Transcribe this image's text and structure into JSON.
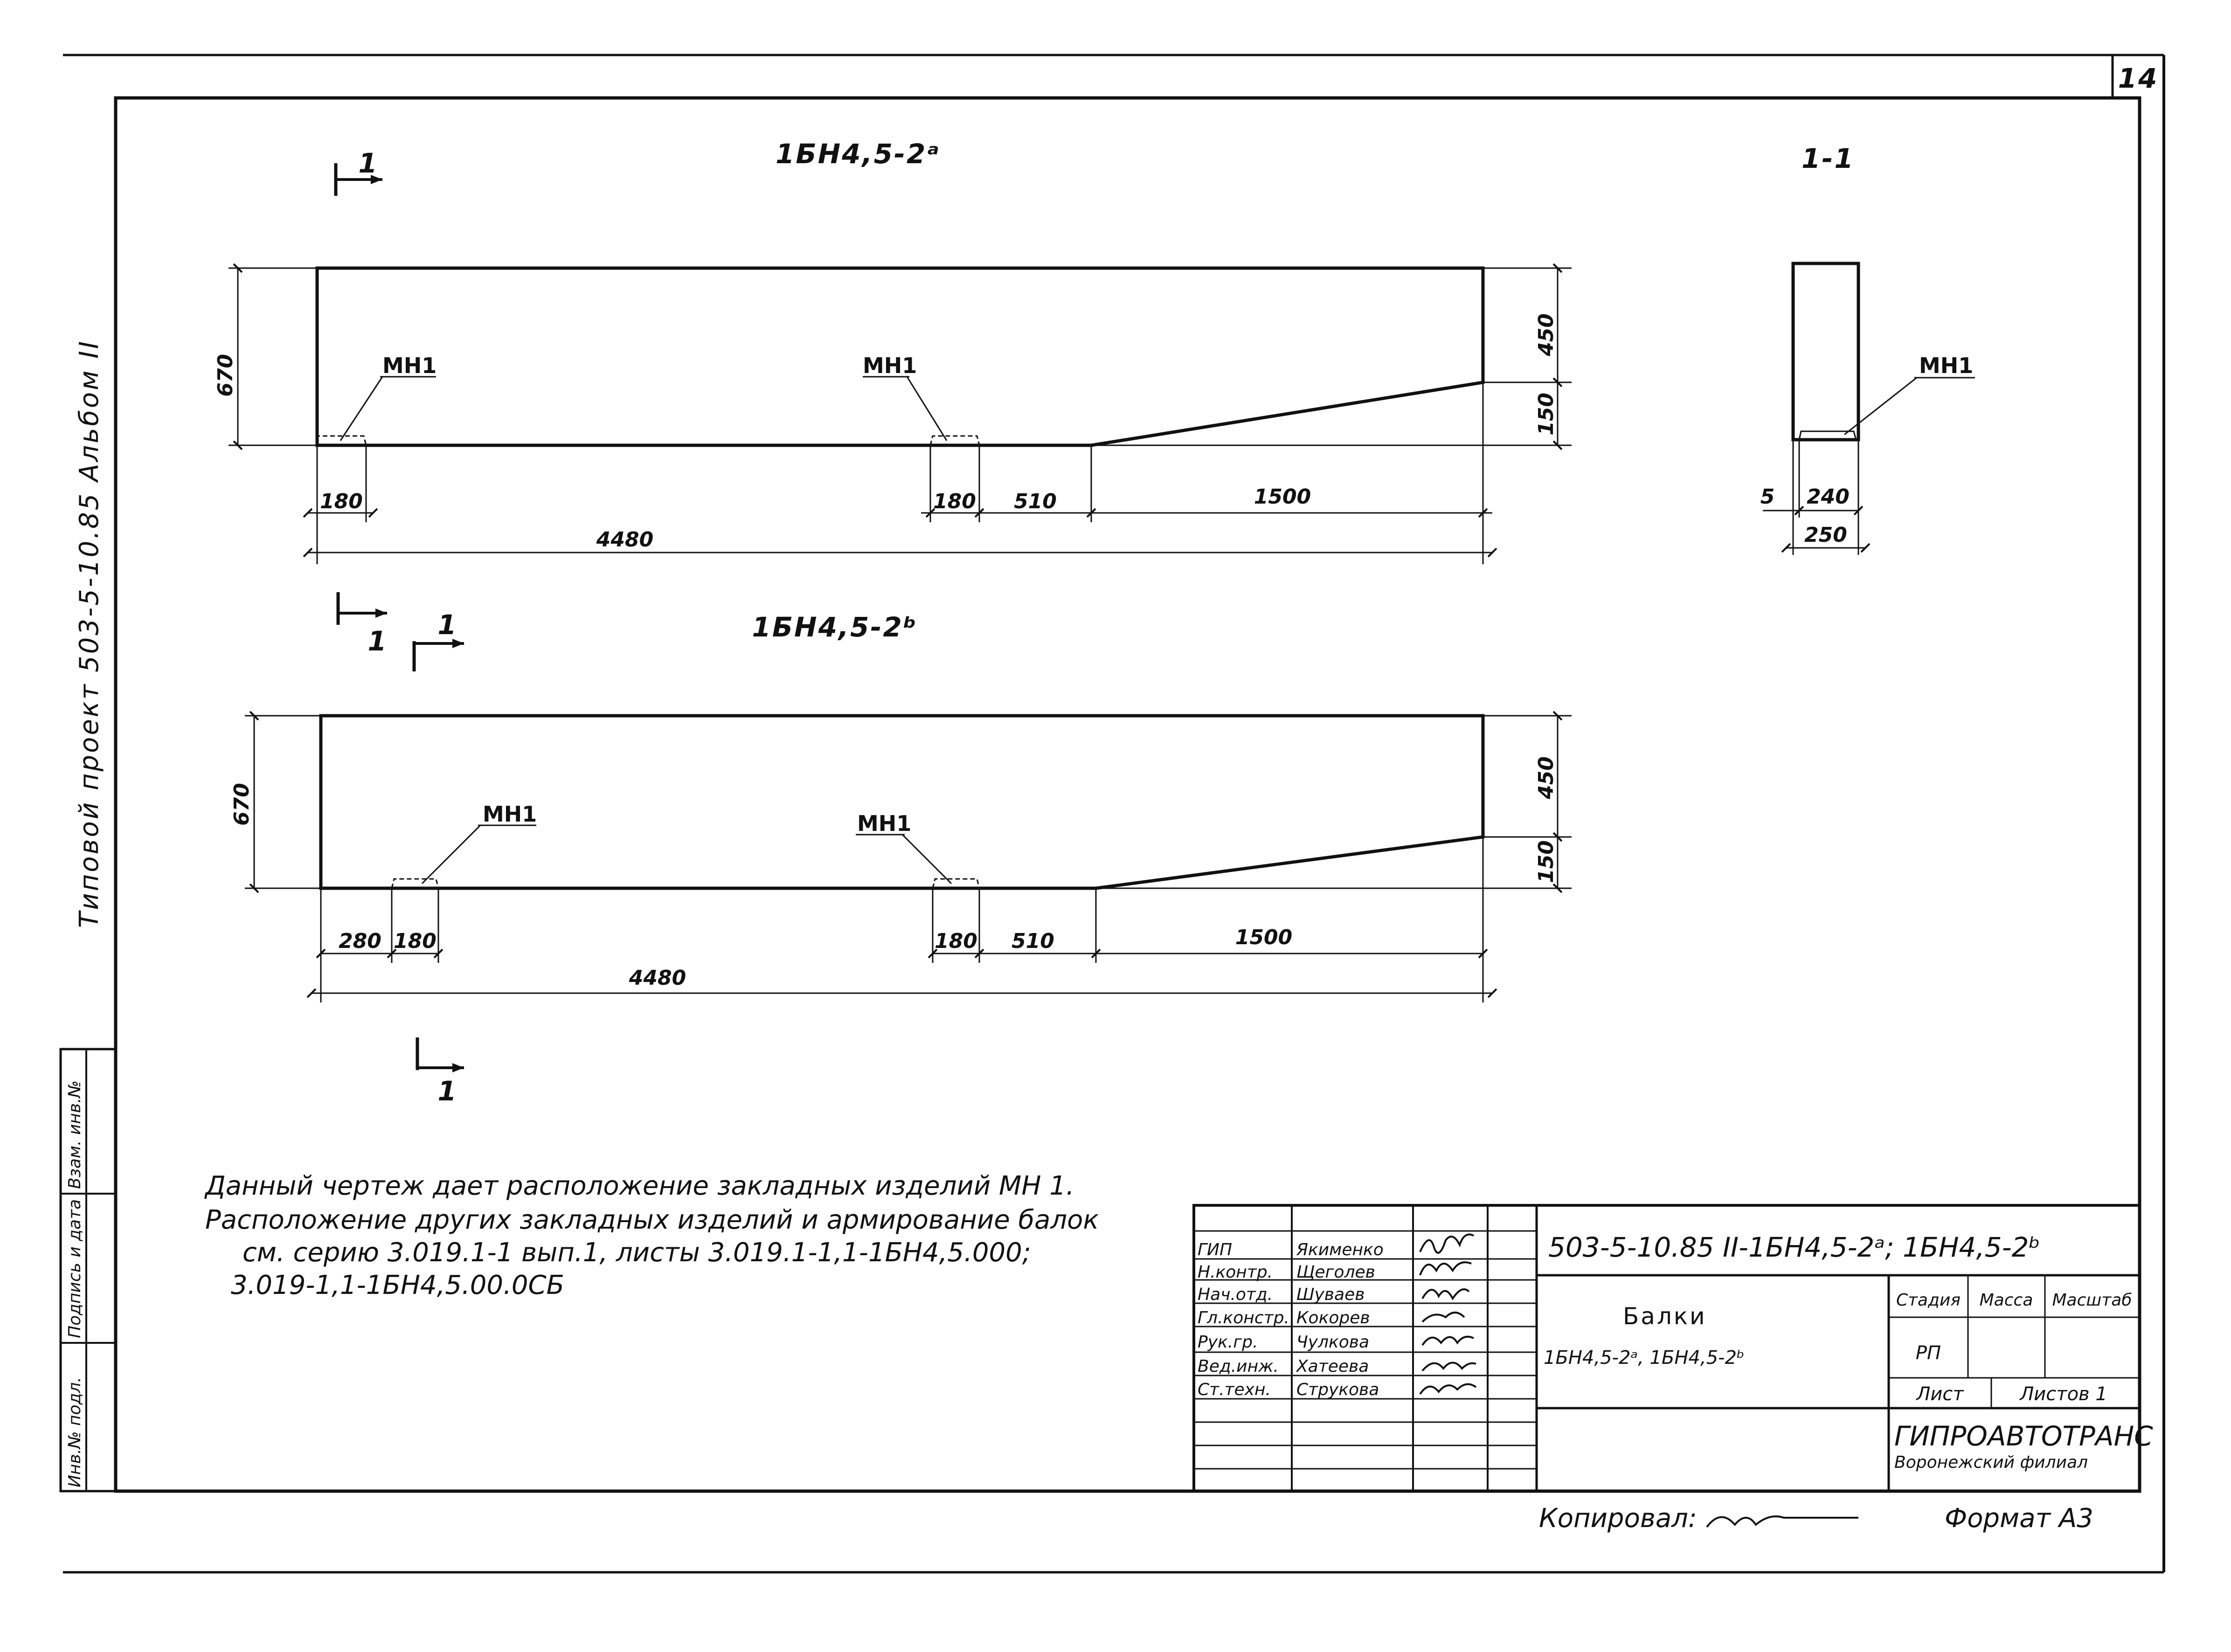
{
  "sheet_number": "14",
  "side_strip": {
    "text": "Типовой проект   503-5-10.85   Альбом II"
  },
  "side_boxes": [
    "Инв.№ подл.",
    "Подпись и дата",
    "Взам. инв.№"
  ],
  "beam_a": {
    "title": "1БН4,5-2ᵃ",
    "height_total": "670",
    "height_top": "450",
    "height_bottom": "150",
    "length": "4480",
    "segments": [
      "180",
      "180",
      "510",
      "1500"
    ],
    "embed_label": "МН1"
  },
  "beam_b": {
    "title": "1БН4,5-2ᵇ",
    "height_total": "670",
    "height_top": "450",
    "height_bottom": "150",
    "length": "4480",
    "segments": [
      "280",
      "180",
      "180",
      "510",
      "1500"
    ],
    "embed_label": "МН1"
  },
  "section": {
    "title": "1-1",
    "embed_label": "МН1",
    "offset": "5",
    "inner_width": "240",
    "total_width": "250"
  },
  "section_mark": "1",
  "notes": [
    "Данный чертеж дает расположение закладных изделий МН 1.",
    "Расположение других закладных изделий и армирование балок",
    "см. серию 3.019.1-1 вып.1, листы 3.019.1-1,1-1БН4,5.000;",
    "3.019-1,1-1БН4,5.00.0СБ"
  ],
  "title_block": {
    "code": "503-5-10.85   II-1БН4,5-2ᵃ; 1БН4,5-2ᵇ",
    "name_line1": "Балки",
    "name_line2": "1БН4,5-2ᵃ, 1БН4,5-2ᵇ",
    "stage_header": "Стадия",
    "mass_header": "Масса",
    "scale_header": "Масштаб",
    "stage_value": "РП",
    "sheet_label": "Лист",
    "sheets_label": "Листов 1",
    "org_line1": "ГИПРОАВТОТРАНС",
    "org_line2": "Воронежский филиал",
    "roles": [
      {
        "role": "ГИП",
        "name": "Якименко"
      },
      {
        "role": "Н.контр.",
        "name": "Щеголев"
      },
      {
        "role": "Нач.отд.",
        "name": "Шуваев"
      },
      {
        "role": "Гл.констр.",
        "name": "Кокорев"
      },
      {
        "role": "Рук.гр.",
        "name": "Чулкова"
      },
      {
        "role": "Вед.инж.",
        "name": "Хатеева"
      },
      {
        "role": "Ст.техн.",
        "name": "Стрyкова"
      }
    ]
  },
  "footer": {
    "copied": "Копировал:",
    "format": "Формат А3"
  }
}
